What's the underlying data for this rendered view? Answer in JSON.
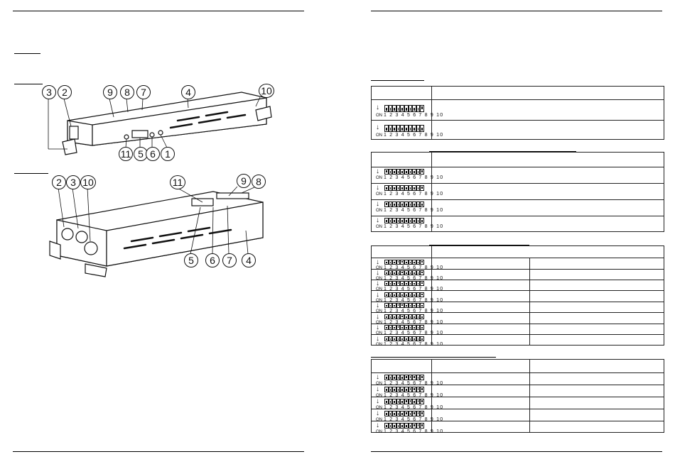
{
  "left_page": {
    "figure_top": {
      "callouts": [
        "3",
        "2",
        "9",
        "8",
        "7",
        "4",
        "10",
        "11",
        "5",
        "6",
        "1"
      ]
    },
    "figure_bottom": {
      "callouts": [
        "2",
        "3",
        "10",
        "11",
        "9",
        "8",
        "5",
        "6",
        "7",
        "4"
      ]
    }
  },
  "right_page": {
    "dip": {
      "on_label": "ON",
      "numbers": "1 2 3 4 5 6 7 8 9 10"
    }
  }
}
